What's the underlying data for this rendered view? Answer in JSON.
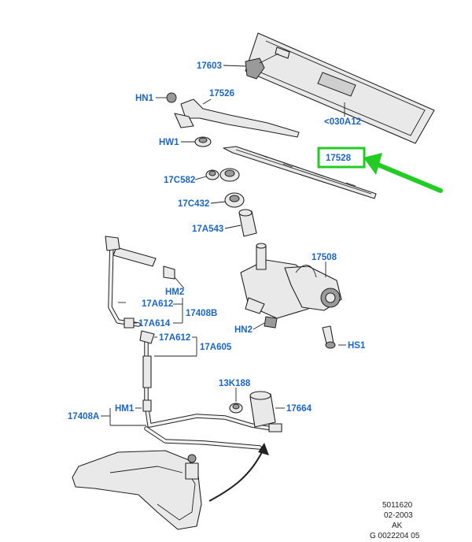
{
  "labels": {
    "p17603": "17603",
    "p030a12": "<030A12",
    "hn1": "HN1",
    "p17526": "17526",
    "hw1": "HW1",
    "p17528": "17528",
    "p17c582": "17C582",
    "p17c432": "17C432",
    "p17a543": "17A543",
    "p17508": "17508",
    "hm2": "HM2",
    "p17a612a": "17A612",
    "p17408b": "17408B",
    "p17a614": "17A614",
    "p17a612b": "17A612",
    "p17a605": "17A605",
    "hn2": "HN2",
    "hs1": "HS1",
    "p13k188": "13K188",
    "p17664": "17664",
    "hm1": "HM1",
    "p17408a": "17408A"
  },
  "footer": {
    "line1": "5011620",
    "line2": "02-2003",
    "line3": "AK",
    "line4": "G 0022204 05"
  },
  "colors": {
    "label": "#1a66cc",
    "highlight": "#22cc22",
    "line": "#222222"
  }
}
